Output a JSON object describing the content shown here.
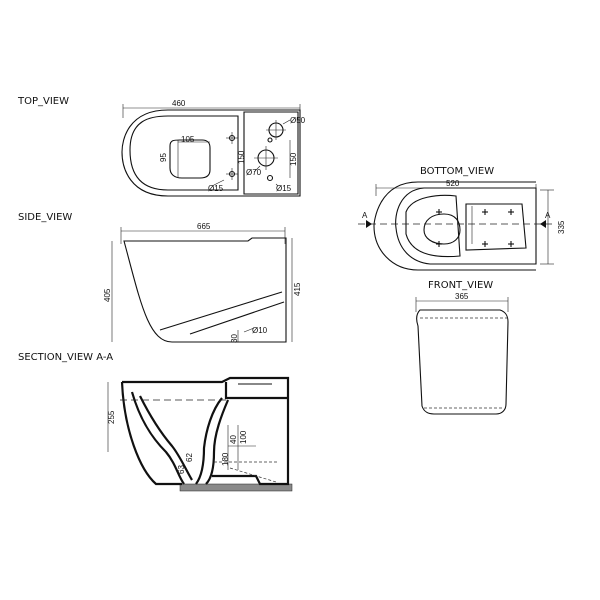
{
  "views": {
    "top": "TOP_VIEW",
    "side": "SIDE_VIEW",
    "section": "SECTION_VIEW  A-A",
    "bottom": "BOTTOM_VIEW",
    "front": "FRONT_VIEW"
  },
  "dims": {
    "top_width": "460",
    "top_seat_w": "105",
    "top_seat_h": "95",
    "top_dia50": "Ø50",
    "top_dia70": "Ø70",
    "top_dia15_left": "Ø15",
    "top_dia15_right": "Ø15",
    "top_150_left": "150",
    "top_150_right": "150",
    "side_length": "665",
    "side_height_left": "405",
    "side_height_right": "415",
    "side_30": "30",
    "side_dia10": "Ø10",
    "sec_255": "255",
    "sec_40": "40",
    "sec_100": "100",
    "sec_180": "180",
    "sec_63": "63",
    "sec_62": "62",
    "bottom_width": "520",
    "bottom_height": "335",
    "bottom_section_left": "A",
    "bottom_section_right": "A",
    "front_width": "365"
  }
}
